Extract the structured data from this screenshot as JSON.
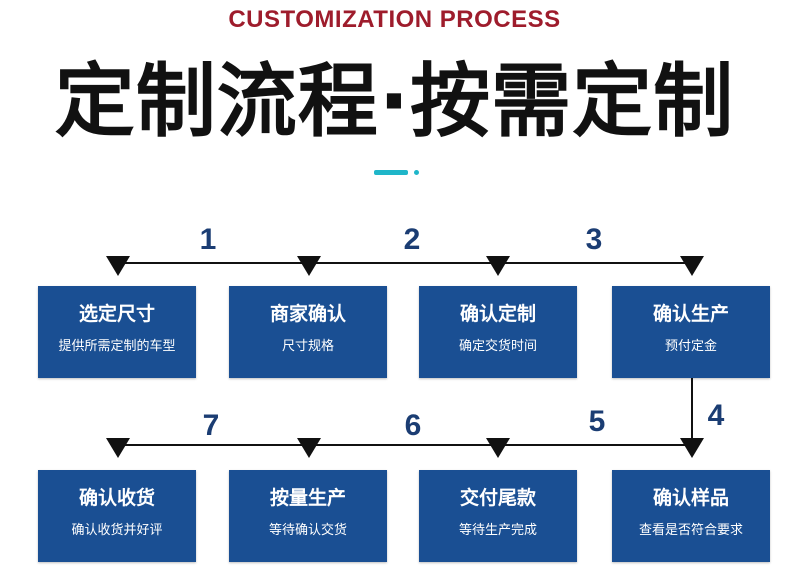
{
  "header": {
    "subtitle": "CUSTOMIZATION PROCESS",
    "title": "定制流程·按需定制"
  },
  "colors": {
    "subtitle": "#9e1c2c",
    "accent": "#1fb6c9",
    "box": "#1a4f93",
    "number": "#1b3d73",
    "line": "#111111"
  },
  "step_numbers": [
    "1",
    "2",
    "3",
    "4",
    "5",
    "6",
    "7"
  ],
  "steps": [
    {
      "title": "选定尺寸",
      "desc": "提供所需定制的车型"
    },
    {
      "title": "商家确认",
      "desc": "尺寸规格"
    },
    {
      "title": "确认定制",
      "desc": "确定交货时间"
    },
    {
      "title": "确认生产",
      "desc": "预付定金"
    },
    {
      "title": "确认样品",
      "desc": "查看是否符合要求"
    },
    {
      "title": "交付尾款",
      "desc": "等待生产完成"
    },
    {
      "title": "按量生产",
      "desc": "等待确认交货"
    },
    {
      "title": "确认收货",
      "desc": "确认收货并好评"
    }
  ]
}
